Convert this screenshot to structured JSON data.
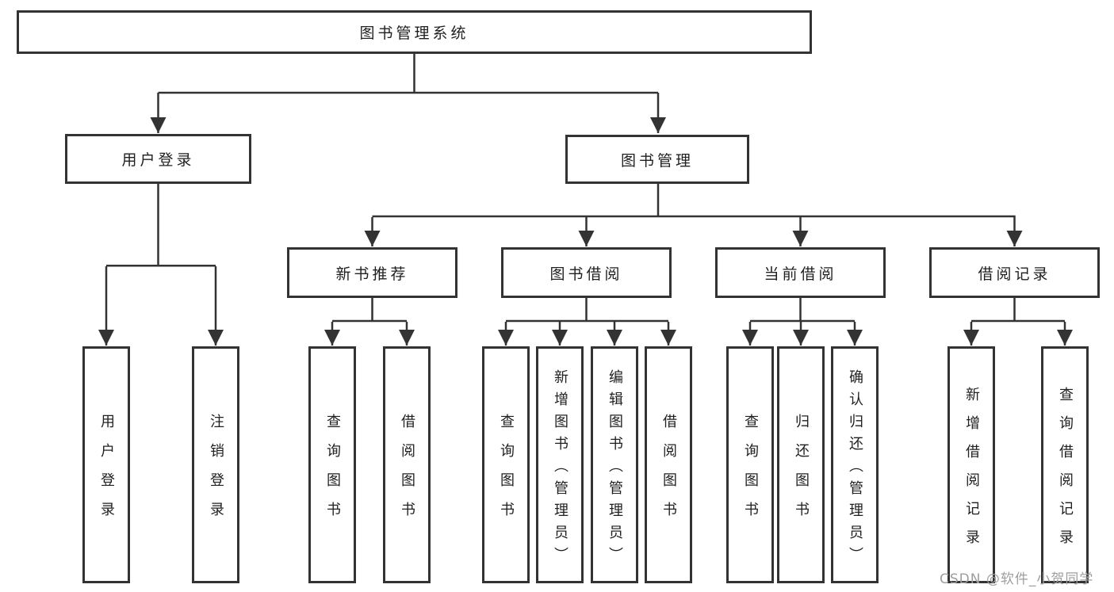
{
  "diagram": {
    "title": "图书管理系统",
    "level2": {
      "user_login": "用户登录",
      "book_mgmt": "图书管理"
    },
    "level3": {
      "new_books": "新书推荐",
      "book_borrow": "图书借阅",
      "current_borrow": "当前借阅",
      "borrow_records": "借阅记录"
    },
    "leaves": {
      "user_login": "用户登录",
      "logout": "注销登录",
      "nb_query_books": "查询图书",
      "nb_borrow_books": "借阅图书",
      "bb_query_books": "查询图书",
      "bb_add_books": "新增图书（管理员）",
      "bb_edit_books": "编辑图书（管理员）",
      "bb_borrow_books": "借阅图书",
      "cb_query_books": "查询图书",
      "cb_return_books": "归还图书",
      "cb_confirm_return": "确认归还（管理员）",
      "br_add_record": "新增借阅记录",
      "br_query_record": "查询借阅记录"
    },
    "watermark": "CSDN @软件_小贺同学",
    "colors": {
      "line": "#333333",
      "text": "#1f1f1f",
      "watermark": "#9e9e9e",
      "background": "#ffffff"
    }
  }
}
